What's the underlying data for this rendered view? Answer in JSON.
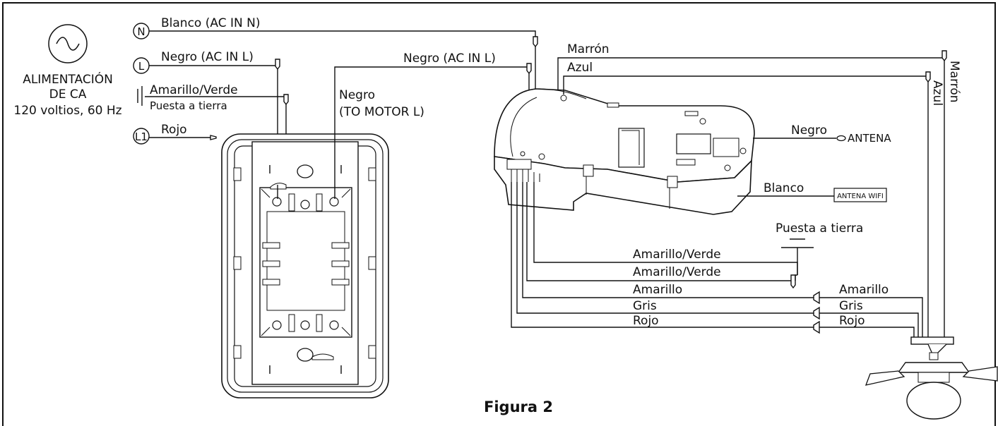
{
  "power": {
    "title_line1": "ALIMENTACIÓN",
    "title_line2": "DE CA",
    "title_line3": "120 voltios, 60 Hz"
  },
  "terminals": {
    "n": "N",
    "l": "L",
    "l1": "L1"
  },
  "wires": {
    "blanco_ac_in_n": "Blanco (AC IN N)",
    "negro_ac_in_l_left": "Negro  (AC IN L)",
    "amarillo_verde_left": "Amarillo/Verde",
    "puesta_tierra_left": "Puesta a tierra",
    "rojo_left": "Rojo",
    "negro_ac_in_l_center": "Negro (AC IN L)",
    "negro_motor_line1": "Negro",
    "negro_motor_line2": "(TO MOTOR L)",
    "marron_top": "Marrón",
    "azul_top": "Azul",
    "azul_vertical": "Azul",
    "marron_vertical": "Marrón",
    "negro_antena": "Negro",
    "antena": "ANTENA",
    "blanco_wifi": "Blanco",
    "antena_wifi": "ANTENA WIFI",
    "puesta_tierra_right": "Puesta a tierra",
    "amarillo_verde_1": "Amarillo/Verde",
    "amarillo_verde_2": "Amarillo/Verde",
    "amarillo_mid": "Amarillo",
    "gris_mid": "Gris",
    "rojo_mid": "Rojo",
    "amarillo_right": "Amarillo",
    "gris_right": "Gris",
    "rojo_right": "Rojo"
  },
  "caption": "Figura 2",
  "icons": {
    "ac_source": "ac-sine-icon",
    "ground": "ground-icon",
    "fan": "ceiling-fan-icon",
    "receiver": "receiver-module-icon",
    "wall_box": "wall-box-icon"
  }
}
